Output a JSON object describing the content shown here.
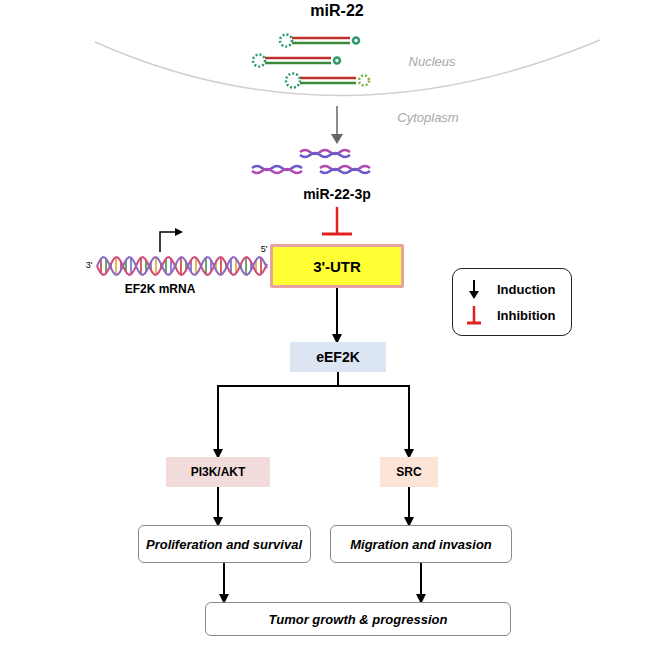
{
  "diagram": {
    "nodes": [
      {
        "text": [
          "3'-UTR"
        ]
      },
      {
        "text": [
          "eEF2K"
        ]
      },
      {
        "text": [
          "PI3K/AKT"
        ]
      },
      {
        "text": [
          "SRC"
        ]
      },
      {
        "text": [
          "Proliferation and survival"
        ]
      },
      {
        "text": [
          "Migration and invasion"
        ]
      },
      {
        "text": [
          "Tumor growth & progression"
        ]
      }
    ],
    "edges": [
      {
        "from": 0,
        "to": 1,
        "arrow": "to"
      },
      {
        "from": 1,
        "to": 2,
        "arrow": "to"
      },
      {
        "from": 1,
        "to": 3,
        "arrow": "to"
      },
      {
        "from": 2,
        "to": 4,
        "arrow": "to"
      },
      {
        "from": 3,
        "to": 5,
        "arrow": "to"
      },
      {
        "from": 4,
        "to": 6,
        "arrow": "to"
      },
      {
        "from": 5,
        "to": 6,
        "arrow": "to"
      }
    ],
    "labels": [
      "miR-22",
      "Nucleus",
      "Cytoplasm",
      "miR-22-3p",
      "5'",
      "3'",
      "EF2K mRNA"
    ],
    "legend": [
      {
        "text": "Induction"
      },
      {
        "text": "Inhibition"
      }
    ]
  }
}
